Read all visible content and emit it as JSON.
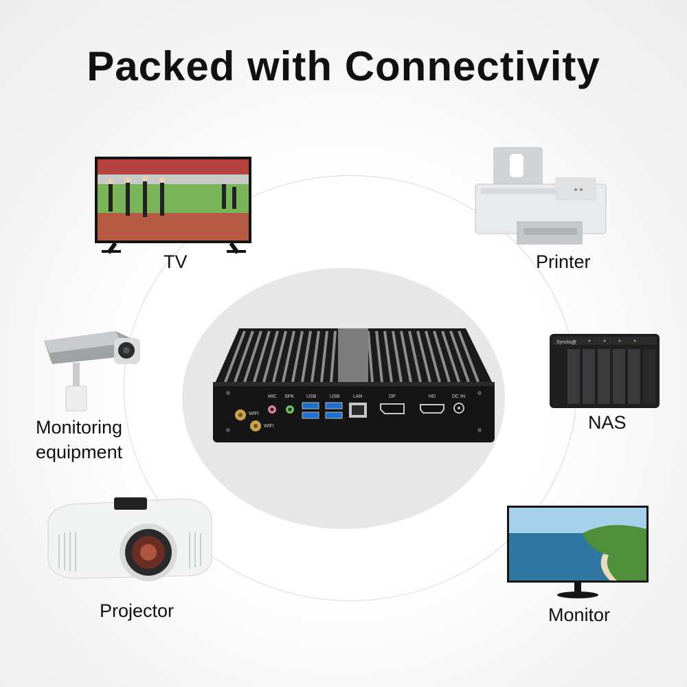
{
  "title": "Packed with Connectivity",
  "devices": {
    "tv": "TV",
    "printer": "Printer",
    "monitoring_line1": "Monitoring",
    "monitoring_line2": "equipment",
    "nas": "NAS",
    "projector": "Projector",
    "monitor": "Monitor"
  },
  "ports": {
    "wifi_1": "WIFI",
    "wifi_2": "WIFI",
    "mic": "MIC",
    "spk": "SPK",
    "usb_1": "USB",
    "usb_2": "USB",
    "lan": "LAN",
    "dp": "DP",
    "hd": "HD",
    "dc_in": "DC IN"
  },
  "nas_brand": "Synology",
  "icons": [
    "tv-icon",
    "printer-icon",
    "security-camera-icon",
    "nas-icon",
    "projector-icon",
    "monitor-icon",
    "mini-pc-image"
  ],
  "colors": {
    "port_usb_blue": "#1e6fd0",
    "mic_pink": "#e07aa0",
    "spk_green": "#6bbf59",
    "antenna_gold": "#c9a24a"
  }
}
